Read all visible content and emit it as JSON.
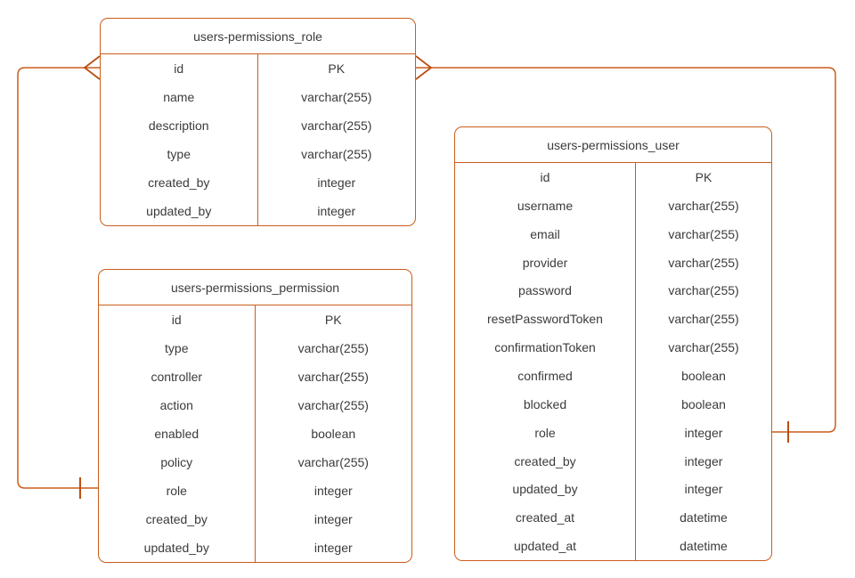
{
  "diagram": {
    "type": "entity-relationship",
    "stroke_color": "#cb5d1b",
    "marker_color": "#bc4e0f",
    "text_color": "#3b3b3b",
    "background_color": "#ffffff"
  },
  "entities": [
    {
      "title": "users-permissions_role",
      "fields": [
        {
          "name": "id",
          "type": "PK"
        },
        {
          "name": "name",
          "type": "varchar(255)"
        },
        {
          "name": "description",
          "type": "varchar(255)"
        },
        {
          "name": "type",
          "type": "varchar(255)"
        },
        {
          "name": "created_by",
          "type": "integer"
        },
        {
          "name": "updated_by",
          "type": "integer"
        }
      ]
    },
    {
      "title": "users-permissions_permission",
      "fields": [
        {
          "name": "id",
          "type": "PK"
        },
        {
          "name": "type",
          "type": "varchar(255)"
        },
        {
          "name": "controller",
          "type": "varchar(255)"
        },
        {
          "name": "action",
          "type": "varchar(255)"
        },
        {
          "name": "enabled",
          "type": "boolean"
        },
        {
          "name": "policy",
          "type": "varchar(255)"
        },
        {
          "name": "role",
          "type": "integer"
        },
        {
          "name": "created_by",
          "type": "integer"
        },
        {
          "name": "updated_by",
          "type": "integer"
        }
      ]
    },
    {
      "title": "users-permissions_user",
      "fields": [
        {
          "name": "id",
          "type": "PK"
        },
        {
          "name": "username",
          "type": "varchar(255)"
        },
        {
          "name": "email",
          "type": "varchar(255)"
        },
        {
          "name": "provider",
          "type": "varchar(255)"
        },
        {
          "name": "password",
          "type": "varchar(255)"
        },
        {
          "name": "resetPasswordToken",
          "type": "varchar(255)"
        },
        {
          "name": "confirmationToken",
          "type": "varchar(255)"
        },
        {
          "name": "confirmed",
          "type": "boolean"
        },
        {
          "name": "blocked",
          "type": "boolean"
        },
        {
          "name": "role",
          "type": "integer"
        },
        {
          "name": "created_by",
          "type": "integer"
        },
        {
          "name": "updated_by",
          "type": "integer"
        },
        {
          "name": "created_at",
          "type": "datetime"
        },
        {
          "name": "updated_at",
          "type": "datetime"
        }
      ]
    }
  ],
  "relationships": [
    {
      "from_entity": "users-permissions_role",
      "from_field": "id",
      "from_cardinality": "many",
      "to_entity": "users-permissions_permission",
      "to_field": "role",
      "to_cardinality": "one"
    },
    {
      "from_entity": "users-permissions_role",
      "from_field": "id",
      "from_cardinality": "many",
      "to_entity": "users-permissions_user",
      "to_field": "role",
      "to_cardinality": "one"
    }
  ]
}
